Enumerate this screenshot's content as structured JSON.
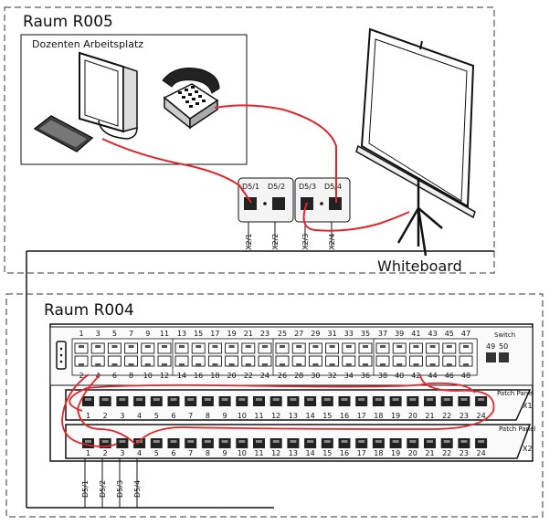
{
  "rooms": {
    "r005": {
      "title": "Raum R005",
      "desk_label": "Dozenten Arbeitsplatz",
      "whiteboard_label": "Whiteboard"
    },
    "r004": {
      "title": "Raum R004"
    }
  },
  "wall_outlets": {
    "left": {
      "ports": [
        "D5/1",
        "D5/2"
      ],
      "cables": [
        "X2/1",
        "X2/2"
      ]
    },
    "right": {
      "ports": [
        "D5/3",
        "D5/4"
      ],
      "cables": [
        "X2/3",
        "X2/4"
      ]
    }
  },
  "switch": {
    "label": "Switch",
    "top_numbers": [
      "1",
      "3",
      "5",
      "7",
      "9",
      "11",
      "13",
      "15",
      "17",
      "19",
      "21",
      "23",
      "25",
      "27",
      "29",
      "31",
      "33",
      "35",
      "37",
      "39",
      "41",
      "43",
      "45",
      "47"
    ],
    "bottom_numbers": [
      "2",
      "4",
      "6",
      "8",
      "10",
      "12",
      "14",
      "16",
      "18",
      "20",
      "22",
      "24",
      "26",
      "28",
      "30",
      "32",
      "34",
      "36",
      "38",
      "40",
      "42",
      "44",
      "46",
      "48"
    ],
    "uplinks": [
      "49",
      "50"
    ]
  },
  "patch_panel_x1": {
    "label": "Patch Panel",
    "id": "X1",
    "numbers": [
      "1",
      "2",
      "3",
      "4",
      "5",
      "6",
      "7",
      "8",
      "9",
      "10",
      "11",
      "12",
      "13",
      "14",
      "15",
      "16",
      "17",
      "18",
      "19",
      "20",
      "21",
      "22",
      "23",
      "24"
    ]
  },
  "patch_panel_x2": {
    "label": "Patch Panel",
    "id": "X2",
    "numbers": [
      "1",
      "2",
      "3",
      "4",
      "5",
      "6",
      "7",
      "8",
      "9",
      "10",
      "11",
      "12",
      "13",
      "14",
      "15",
      "16",
      "17",
      "18",
      "19",
      "20",
      "21",
      "22",
      "23",
      "24"
    ]
  },
  "bottom_cables": [
    "D5/1",
    "D5/2",
    "D5/3",
    "D5/4"
  ],
  "colors": {
    "cable": "#e0262b",
    "line": "#111111",
    "dash": "#333333"
  }
}
